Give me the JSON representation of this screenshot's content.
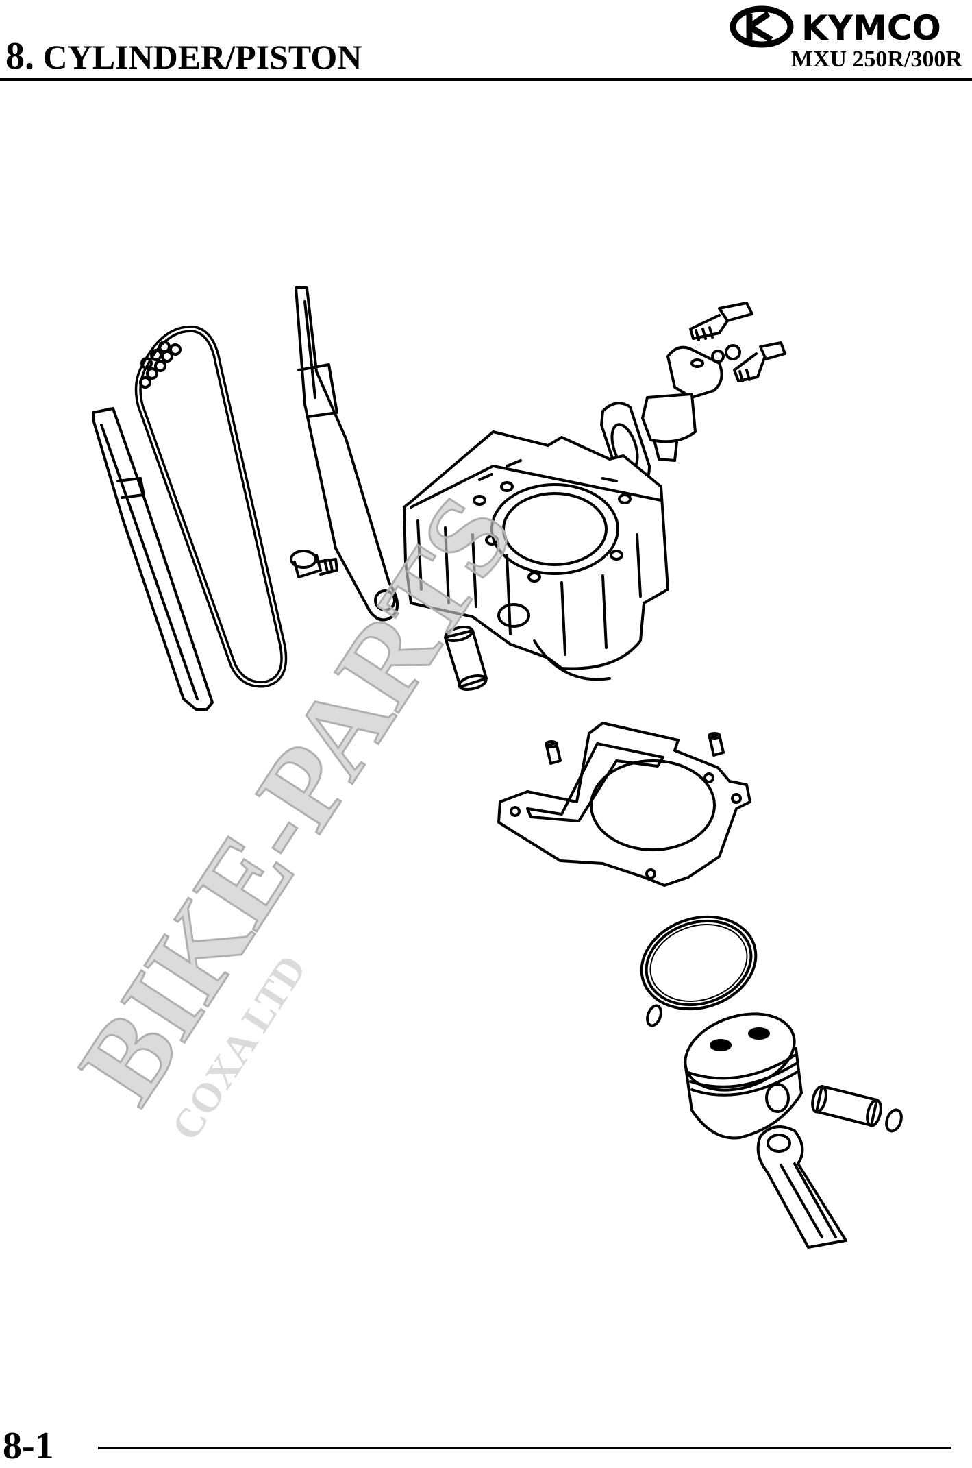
{
  "header": {
    "section_number": "8.",
    "section_title": "CYLINDER/PISTON",
    "brand": "KYMCO",
    "model": "MXU 250R/300R"
  },
  "footer": {
    "page_number": "8-1"
  },
  "watermark": {
    "main": "BIKE-PARTS",
    "sub": "COXA LTD"
  },
  "colors": {
    "ink": "#000000",
    "watermark": "#c8c8c8"
  }
}
